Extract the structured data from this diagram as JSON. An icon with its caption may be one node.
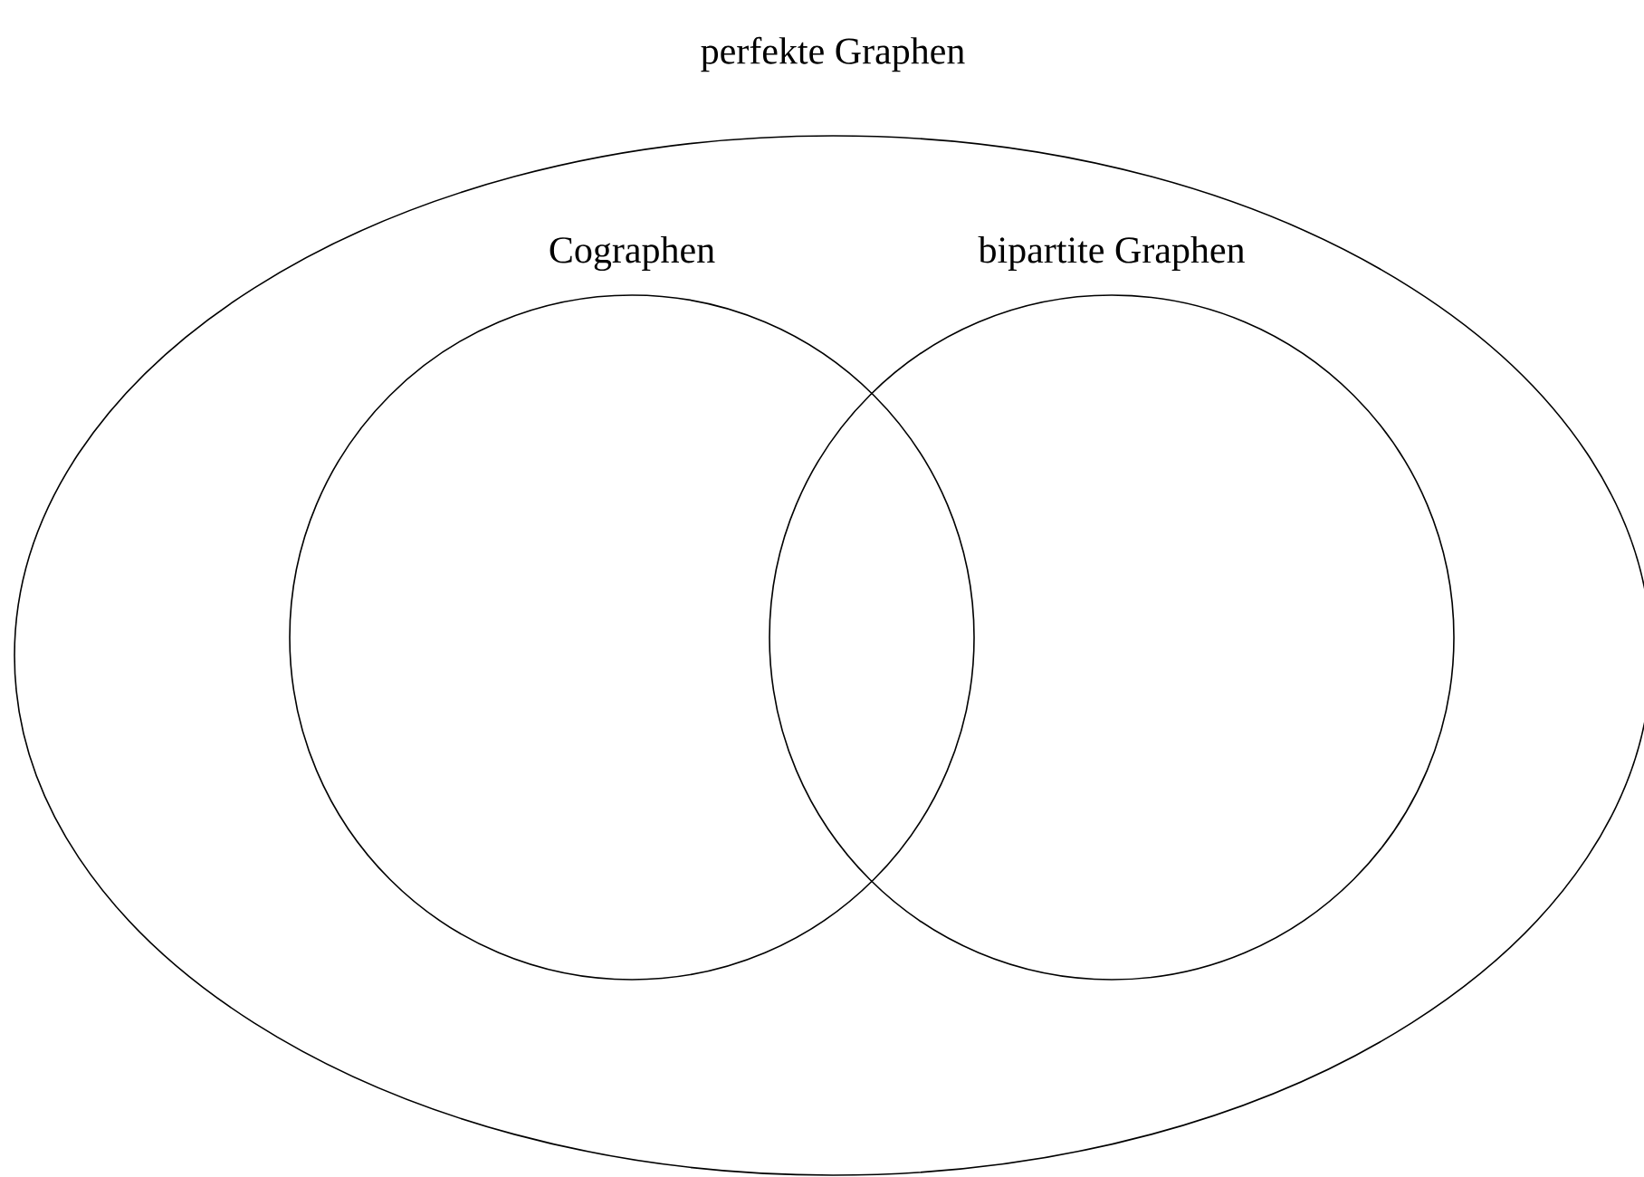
{
  "diagram": {
    "nodes": [
      {
        "text": [
          "perfekte Graphen"
        ]
      },
      {
        "text": [
          "Cographen"
        ],
        "in": 0
      },
      {
        "text": [
          "bipartite Graphen"
        ],
        "in": 0
      }
    ],
    "edges": []
  }
}
